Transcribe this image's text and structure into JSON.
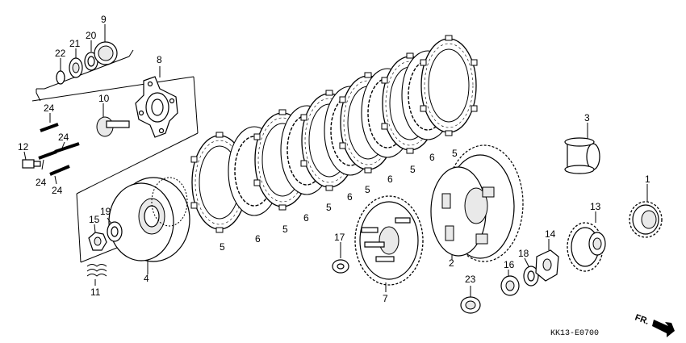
{
  "diagram": {
    "code": "KK13-E0700",
    "direction_label": "FR.",
    "labels": [
      "1",
      "2",
      "3",
      "4",
      "5",
      "5",
      "5",
      "5",
      "5",
      "5",
      "6",
      "6",
      "6",
      "6",
      "6",
      "7",
      "8",
      "9",
      "10",
      "11",
      "12",
      "13",
      "14",
      "15",
      "16",
      "17",
      "18",
      "19",
      "20",
      "21",
      "22",
      "23",
      "24",
      "24",
      "24",
      "24"
    ]
  }
}
